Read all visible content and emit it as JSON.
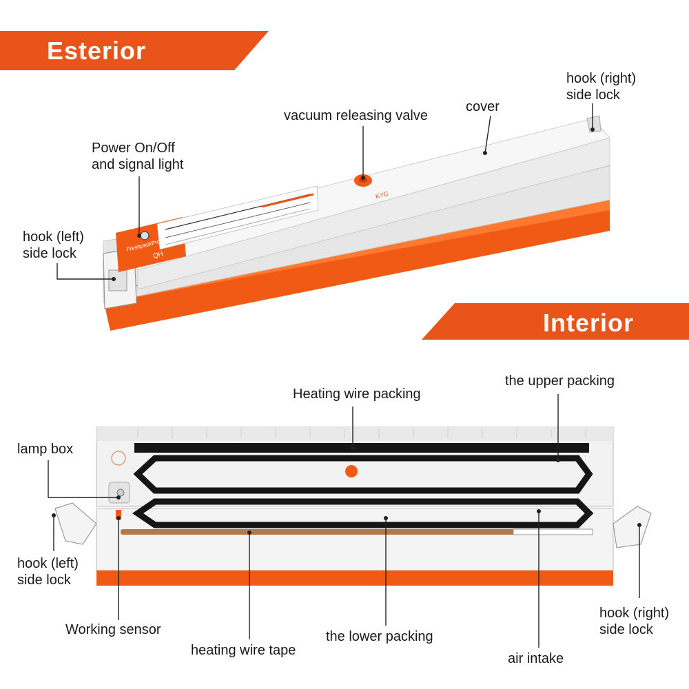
{
  "sections": {
    "exterior_title": "Esterior",
    "interior_title": "Interior"
  },
  "exterior_labels": {
    "hook_right": "hook (right)\nside lock",
    "cover": "cover",
    "valve": "vacuum releasing valve",
    "power": "Power On/Off\nand signal light",
    "hook_left": "hook (left)\nside lock"
  },
  "interior_labels": {
    "heating_wire_packing": "Heating wire packing",
    "upper_packing": "the upper packing",
    "lamp_box": "lamp box",
    "hook_left": "hook (left)\nside lock",
    "working_sensor": "Working sensor",
    "heating_wire_tape": "heating wire tape",
    "lower_packing": "the lower packing",
    "air_intake": "air intake",
    "hook_right": "hook (right)\nside lock"
  },
  "device_printing": {
    "brand": "KYG",
    "panel_title": "FreshpackPro",
    "panel_model": "QH"
  },
  "colors": {
    "accent_orange": "#e8541a",
    "device_white": "#f2f2f2",
    "gasket_black": "#151515",
    "wire_copper": "#b07a4a"
  }
}
